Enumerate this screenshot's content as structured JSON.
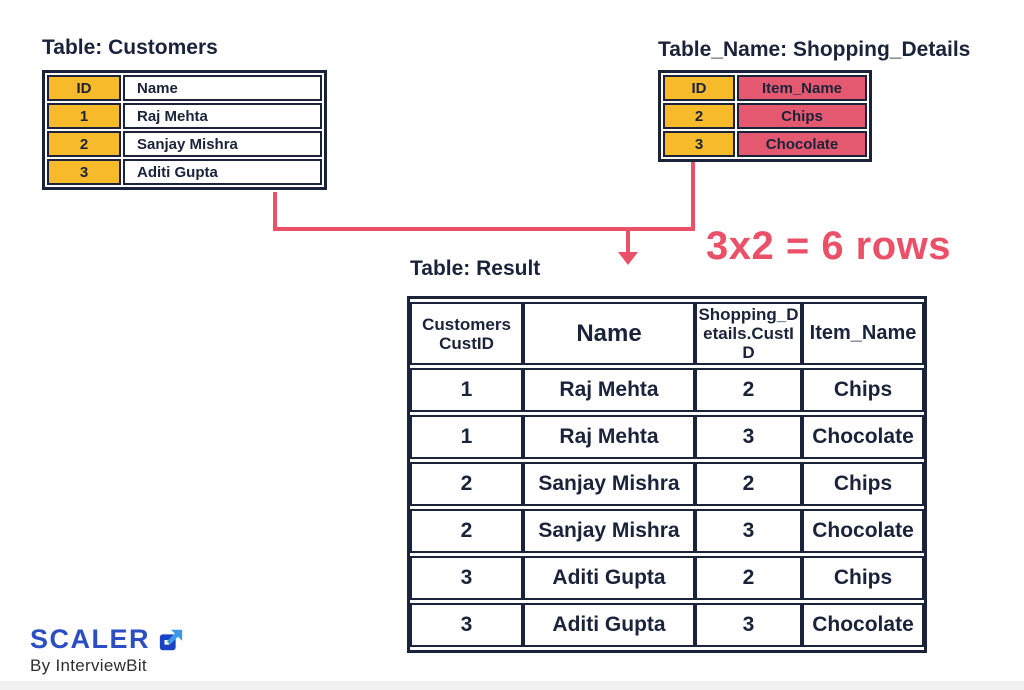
{
  "colors": {
    "navy": "#1a2339",
    "yellow": "#f6ba2a",
    "pink_cell": "#e4596f",
    "pink_accent": "#ea5168",
    "logo_blue": "#2b4ec4",
    "logo_light_blue": "#3d9ae8"
  },
  "customers": {
    "title": "Table: Customers",
    "headers": [
      "ID",
      "Name"
    ],
    "rows": [
      [
        "1",
        "Raj Mehta"
      ],
      [
        "2",
        "Sanjay Mishra"
      ],
      [
        "3",
        "Aditi Gupta"
      ]
    ]
  },
  "shopping": {
    "title": "Table_Name: Shopping_Details",
    "headers": [
      "ID",
      "Item_Name"
    ],
    "rows": [
      [
        "2",
        "Chips"
      ],
      [
        "3",
        "Chocolate"
      ]
    ]
  },
  "annotation": {
    "text": "3x2 = 6 rows"
  },
  "result": {
    "title": "Table: Result",
    "headers": [
      "Customers CustID",
      "Name",
      "Shopping_Details.CustID",
      "Item_Name"
    ],
    "rows": [
      [
        "1",
        "Raj Mehta",
        "2",
        "Chips"
      ],
      [
        "1",
        "Raj Mehta",
        "3",
        "Chocolate"
      ],
      [
        "2",
        "Sanjay Mishra",
        "2",
        "Chips"
      ],
      [
        "2",
        "Sanjay Mishra",
        "3",
        "Chocolate"
      ],
      [
        "3",
        "Aditi Gupta",
        "2",
        "Chips"
      ],
      [
        "3",
        "Aditi Gupta",
        "3",
        "Chocolate"
      ]
    ]
  },
  "logo": {
    "brand": "SCALER",
    "tagline": "By InterviewBit"
  }
}
